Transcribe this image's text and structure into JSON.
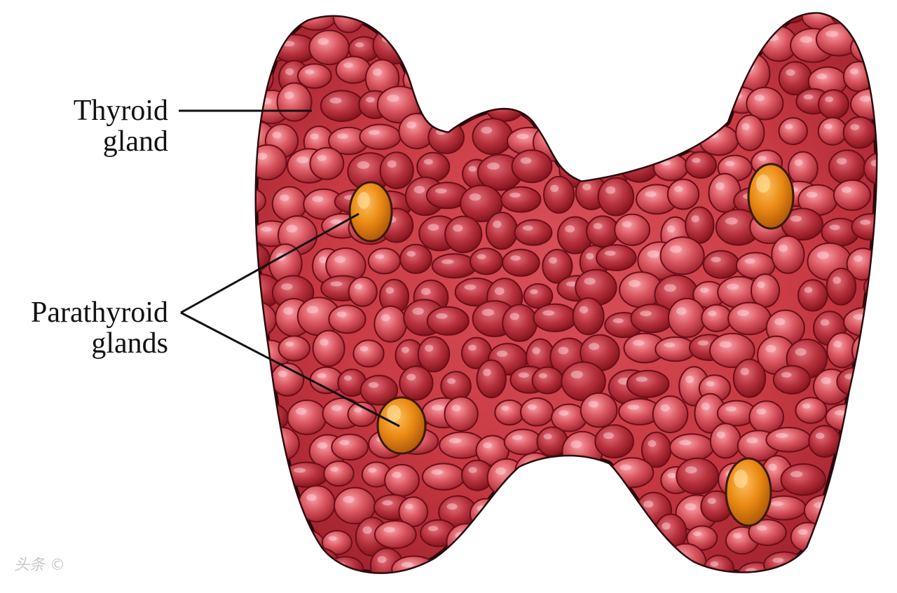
{
  "labels": {
    "thyroid": {
      "line1": "Thyroid",
      "line2": "gland"
    },
    "parathyroid": {
      "line1": "Parathyroid",
      "line2": "glands"
    }
  },
  "watermark": "头条 ©",
  "colors": {
    "background": "#ffffff",
    "thyroid_base": "#c83a44",
    "thyroid_dark": "#8a1420",
    "thyroid_light": "#f08a92",
    "outline": "#2a0a0c",
    "parathyroid": "#e07a10",
    "parathyroid_light": "#ffb640",
    "leader_line": "#111111"
  },
  "icons": {
    "watermark": "logo-mark"
  }
}
